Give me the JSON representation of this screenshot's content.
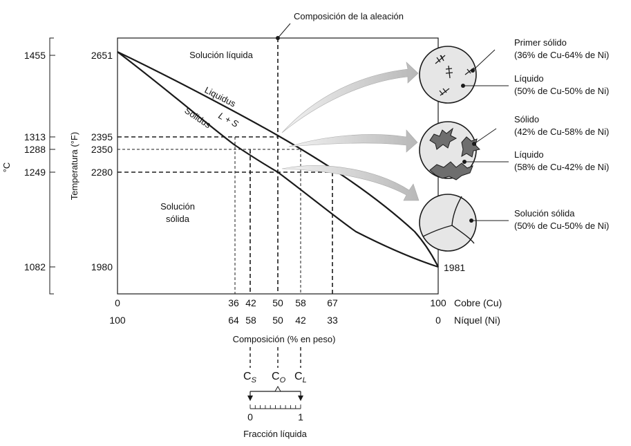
{
  "callout_top": "Composición de la aleación",
  "y_axis": {
    "celsius_unit": "°C",
    "fahrenheit_label": "Temperatura (°F)",
    "celsius_ticks": [
      "1455",
      "1313",
      "1288",
      "1249",
      "1082"
    ],
    "fahrenheit_ticks": [
      "2651",
      "2395",
      "2350",
      "2280",
      "1980"
    ]
  },
  "x_axis": {
    "copper_ticks": [
      "0",
      "36",
      "42",
      "50",
      "58",
      "67",
      "100"
    ],
    "copper_label": "Cobre (Cu)",
    "nickel_ticks": [
      "100",
      "64",
      "58",
      "50",
      "42",
      "33",
      "0"
    ],
    "nickel_label": "Níquel (Ni)",
    "title": "Composición (% en peso)"
  },
  "regions": {
    "liquid": "Solución líquida",
    "solid_line1": "Solución",
    "solid_line2": "sólida",
    "liquidus": "Liquidus",
    "solidus": "Solidus",
    "two_phase": "L + S"
  },
  "end_temp": "1981",
  "micro": {
    "c1_a_title": "Primer sólido",
    "c1_a_detail": "(36% de Cu-64% de Ni)",
    "c1_b_title": "Líquido",
    "c1_b_detail": "(50% de Cu-50% de Ni)",
    "c2_a_title": "Sólido",
    "c2_a_detail": "(42% de Cu-58% de Ni)",
    "c2_b_title": "Líquido",
    "c2_b_detail": "(58% de Cu-42% de Ni)",
    "c3_title": "Solución sólida",
    "c3_detail": "(50% de Cu-50% de Ni)"
  },
  "lever": {
    "cs_main": "C",
    "cs_sub": "S",
    "co_main": "C",
    "co_sub": "O",
    "cl_main": "C",
    "cl_sub": "L",
    "zero": "0",
    "one": "1",
    "label": "Fracción líquida"
  },
  "colors": {
    "line": "#1a1a1a",
    "solid_fill": "#6e6e6e",
    "circle_fill": "#e6e6e6",
    "arrow_fill": "#c8c8c8"
  }
}
